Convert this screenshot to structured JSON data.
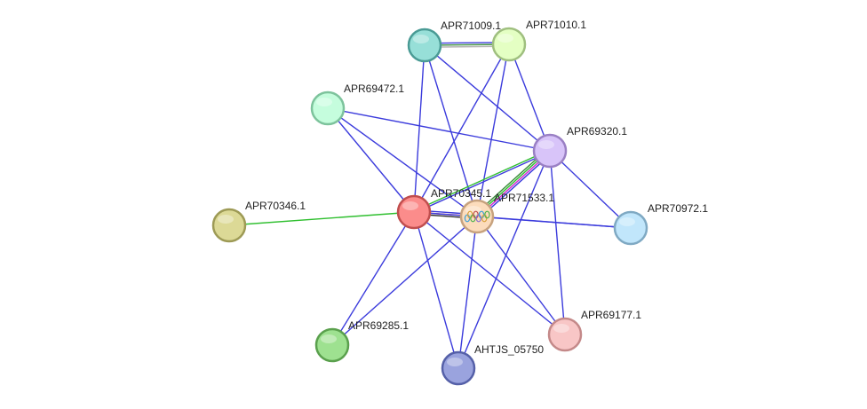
{
  "network": {
    "nodes": [
      {
        "id": "APR71009.1",
        "label": "APR71009.1",
        "color": "#97dfd8",
        "stroke": "#4a9b95"
      },
      {
        "id": "APR71010.1",
        "label": "APR71010.1",
        "color": "#e4ffc3",
        "stroke": "#9fbf7f"
      },
      {
        "id": "APR69472.1",
        "label": "APR69472.1",
        "color": "#c5fddd",
        "stroke": "#7dc39c"
      },
      {
        "id": "APR69320.1",
        "label": "APR69320.1",
        "color": "#d8c4f9",
        "stroke": "#9a80c4"
      },
      {
        "id": "APR70345.1",
        "label": "APR70345.1",
        "color": "#fb8c8b",
        "stroke": "#c04e4e"
      },
      {
        "id": "APR71533.1",
        "label": "APR71533.1",
        "color": "#fcdcbc",
        "stroke": "#c7a27e",
        "center": true
      },
      {
        "id": "APR70346.1",
        "label": "APR70346.1",
        "color": "#dcd996",
        "stroke": "#9d9a55"
      },
      {
        "id": "APR70972.1",
        "label": "APR70972.1",
        "color": "#c1e6fb",
        "stroke": "#7fa9c3"
      },
      {
        "id": "APR69177.1",
        "label": "APR69177.1",
        "color": "#f8c6c6",
        "stroke": "#c48989"
      },
      {
        "id": "APR69285.1",
        "label": "APR69285.1",
        "color": "#9ee190",
        "stroke": "#5aa04d"
      },
      {
        "id": "AHTJS_05750",
        "label": "AHTJS_05750",
        "color": "#9aa3de",
        "stroke": "#5560a8"
      }
    ],
    "edges": [
      {
        "a": "APR71009.1",
        "b": "APR71010.1",
        "colors": [
          "#3b3bdc",
          "#3f8f3f",
          "#b3b3b3"
        ]
      },
      {
        "a": "APR71009.1",
        "b": "APR69320.1",
        "colors": [
          "#3b3bdc"
        ]
      },
      {
        "a": "APR71009.1",
        "b": "APR70345.1",
        "colors": [
          "#3b3bdc"
        ]
      },
      {
        "a": "APR71009.1",
        "b": "APR71533.1",
        "colors": [
          "#3b3bdc"
        ]
      },
      {
        "a": "APR71010.1",
        "b": "APR69320.1",
        "colors": [
          "#3b3bdc"
        ]
      },
      {
        "a": "APR71010.1",
        "b": "APR70345.1",
        "colors": [
          "#3b3bdc"
        ]
      },
      {
        "a": "APR71010.1",
        "b": "APR71533.1",
        "colors": [
          "#3b3bdc"
        ]
      },
      {
        "a": "APR69472.1",
        "b": "APR69320.1",
        "colors": [
          "#3b3bdc"
        ]
      },
      {
        "a": "APR69472.1",
        "b": "APR70345.1",
        "colors": [
          "#3b3bdc"
        ]
      },
      {
        "a": "APR69472.1",
        "b": "APR71533.1",
        "colors": [
          "#3b3bdc"
        ]
      },
      {
        "a": "APR69320.1",
        "b": "APR70345.1",
        "colors": [
          "#3b3bdc",
          "#2fbf2f"
        ]
      },
      {
        "a": "APR69320.1",
        "b": "APR71533.1",
        "colors": [
          "#3b3bdc",
          "#d22ad2",
          "#2fbf2f",
          "#3f8f3f"
        ]
      },
      {
        "a": "APR69320.1",
        "b": "APR70972.1",
        "colors": [
          "#3b3bdc"
        ]
      },
      {
        "a": "APR69320.1",
        "b": "APR69177.1",
        "colors": [
          "#3b3bdc"
        ]
      },
      {
        "a": "APR69320.1",
        "b": "AHTJS_05750",
        "colors": [
          "#3b3bdc"
        ]
      },
      {
        "a": "APR70345.1",
        "b": "APR71533.1",
        "colors": [
          "#3b3bdc",
          "#d22a2a",
          "#2a2a2a"
        ]
      },
      {
        "a": "APR70345.1",
        "b": "APR70346.1",
        "colors": [
          "#2fbf2f"
        ]
      },
      {
        "a": "APR70345.1",
        "b": "APR69177.1",
        "colors": [
          "#3b3bdc"
        ]
      },
      {
        "a": "APR70345.1",
        "b": "APR69285.1",
        "colors": [
          "#3b3bdc"
        ]
      },
      {
        "a": "APR70345.1",
        "b": "AHTJS_05750",
        "colors": [
          "#3b3bdc"
        ]
      },
      {
        "a": "APR70345.1",
        "b": "APR70972.1",
        "colors": [
          "#3b3bdc"
        ]
      },
      {
        "a": "APR71533.1",
        "b": "APR70972.1",
        "colors": [
          "#3b3bdc"
        ]
      },
      {
        "a": "APR71533.1",
        "b": "APR69177.1",
        "colors": [
          "#3b3bdc"
        ]
      },
      {
        "a": "APR71533.1",
        "b": "APR69285.1",
        "colors": [
          "#3b3bdc"
        ]
      },
      {
        "a": "APR71533.1",
        "b": "AHTJS_05750",
        "colors": [
          "#3b3bdc"
        ]
      }
    ]
  }
}
